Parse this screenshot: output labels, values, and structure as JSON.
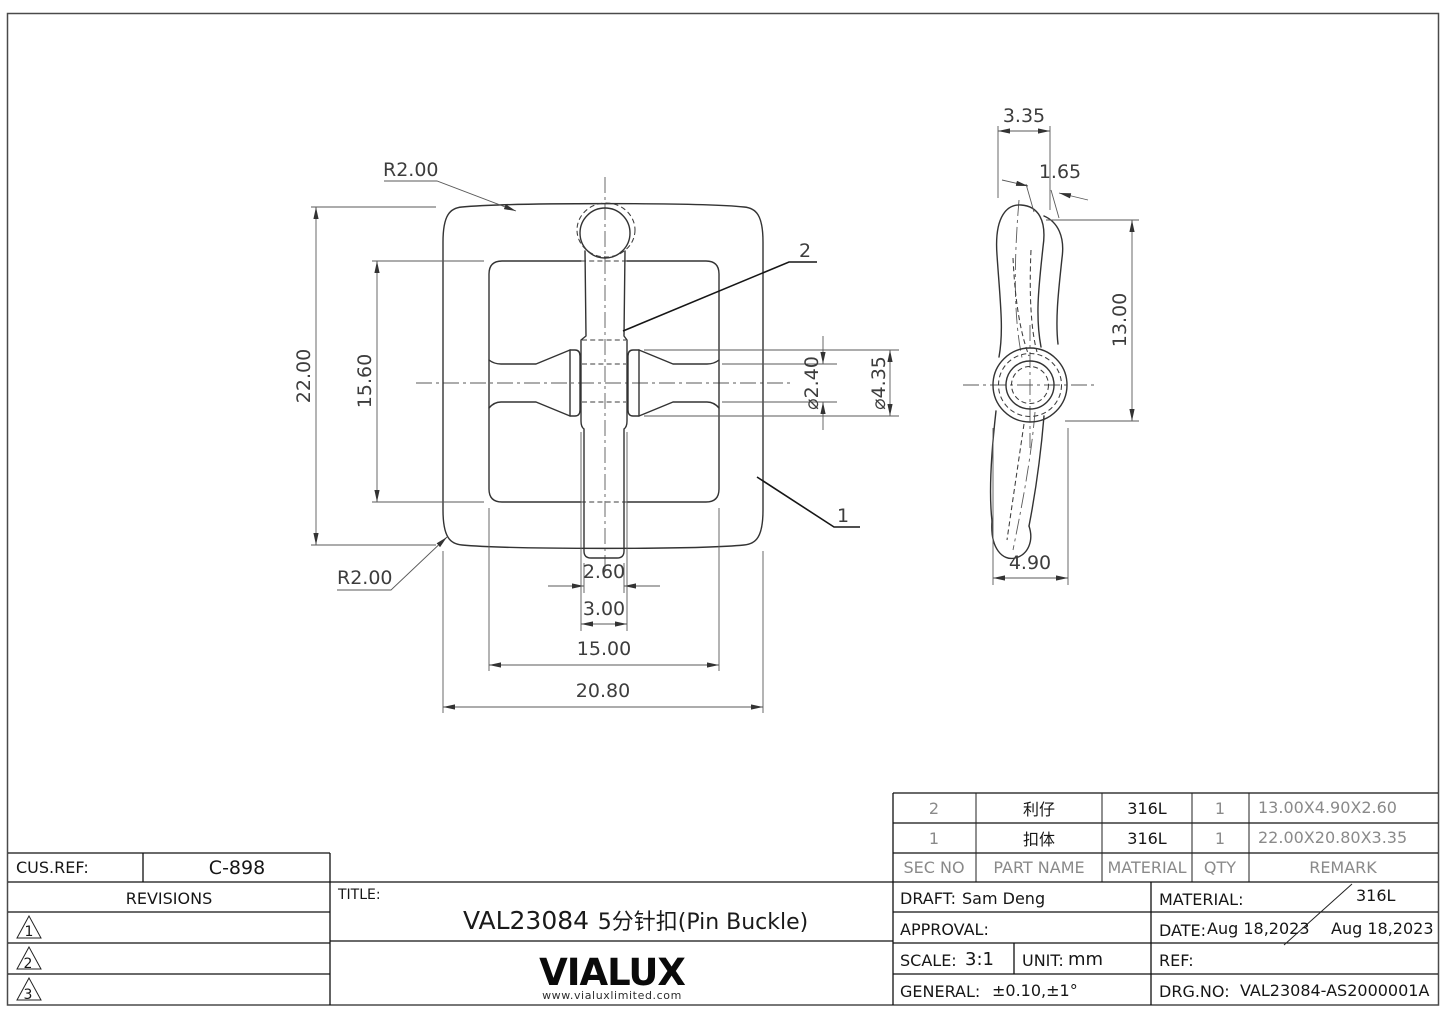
{
  "sheet": {
    "front_view": {
      "radius_top": "R2.00",
      "radius_bottom": "R2.00",
      "outer_height": "22.00",
      "inner_height": "15.60",
      "pin_tip_width": "2.60",
      "pin_wrap_width": "3.00",
      "inner_width": "15.00",
      "outer_width": "20.80",
      "bar_dia_narrow": "⌀2.40",
      "bar_dia_wide": "⌀4.35",
      "callout_pin": "2",
      "callout_body": "1"
    },
    "side_view": {
      "overall_depth": "3.35",
      "tip_offset": "1.65",
      "pin_length": "13.00",
      "loop_dia": "4.90"
    },
    "parts_table": {
      "headers": {
        "sec_no": "SEC NO",
        "part_name": "PART NAME",
        "material": "MATERIAL",
        "qty": "QTY",
        "remark": "REMARK"
      },
      "rows": [
        {
          "sec_no": "2",
          "part_name": "利仔",
          "material": "316L",
          "qty": "1",
          "remark": "13.00X4.90X2.60"
        },
        {
          "sec_no": "1",
          "part_name": "扣体",
          "material": "316L",
          "qty": "1",
          "remark": "22.00X20.80X3.35"
        }
      ]
    },
    "title_block": {
      "cus_ref_label": "CUS.REF:",
      "cus_ref_value": "C-898",
      "revisions_label": "REVISIONS",
      "revision_markers": [
        "1",
        "2",
        "3"
      ],
      "title_label": "TITLE:",
      "title_code": "VAL23084",
      "title_name": "5分针扣(Pin Buckle)",
      "logo_text": "VIALUX",
      "logo_url": "www.vialuxlimited.com",
      "draft_label": "DRAFT:",
      "draft_value": "Sam Deng",
      "approval_label": "APPROVAL:",
      "scale_label": "SCALE:",
      "scale_value": "3:1",
      "unit_label": "UNIT:",
      "unit_value": "mm",
      "general_label": "GENERAL:",
      "general_value": "±0.10,±1°",
      "material_label": "MATERIAL:",
      "material_value": "316L",
      "date_label": "DATE:",
      "date_value_1": "Aug 18,2023",
      "date_value_2": "Aug 18,2023",
      "ref_label": "REF:",
      "drg_no_label": "DRG.NO:",
      "drg_no_value": "VAL23084-AS2000001A"
    }
  }
}
